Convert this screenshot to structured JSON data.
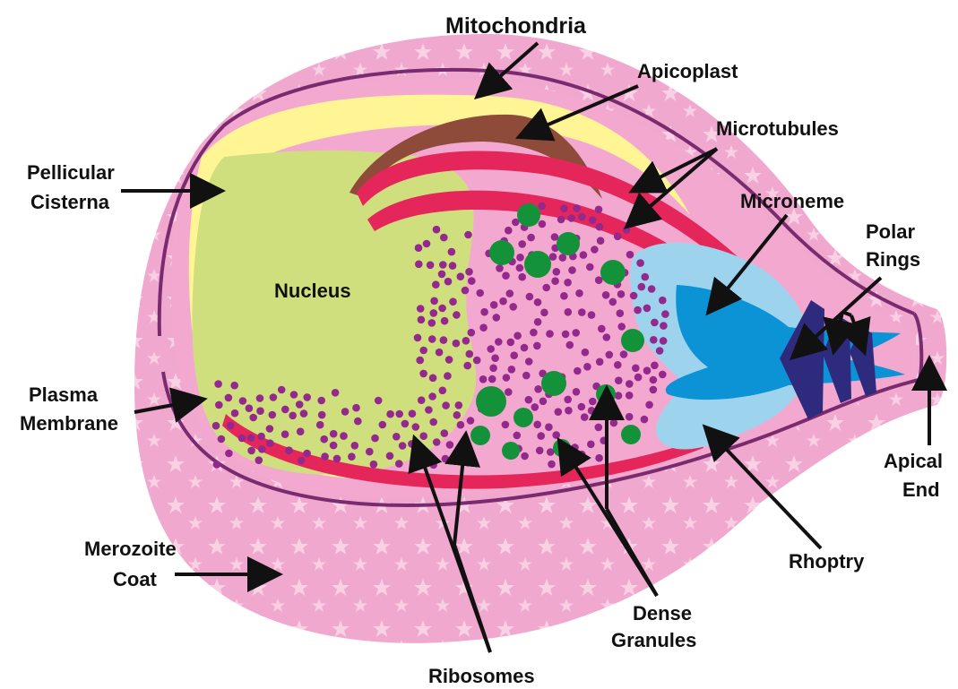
{
  "labels": {
    "mitochondria": "Mitochondria",
    "apicoplast": "Apicoplast",
    "microtubules": "Microtubules",
    "pellicular_line1": "Pellicular",
    "pellicular_line2": "Cisterna",
    "microneme": "Microneme",
    "polar_line1": "Polar",
    "polar_line2": "Rings",
    "nucleus": "Nucleus",
    "plasma_line1": "Plasma",
    "plasma_line2": "Membrane",
    "apical_line1": "Apical",
    "apical_line2": "End",
    "merozoite_line1": "Merozoite",
    "merozoite_line2": "Coat",
    "rhoptry": "Rhoptry",
    "dense_line1": "Dense",
    "dense_line2": "Granules",
    "ribosomes": "Ribosomes"
  },
  "colors": {
    "coat": "#f0a8cf",
    "coat_star": "#f7cde2",
    "cell_body": "#f3a9cf",
    "membrane": "#7a2a6e",
    "mitochondria": "#fff594",
    "apicoplast": "#8e4b3a",
    "microtubule": "#e5265a",
    "nucleus": "#d0df7e",
    "ribosome": "#93288d",
    "dense_granule": "#13923a",
    "microneme": "#0b93d5",
    "rhoptry": "#9ed3ee",
    "polar_ring": "#2e2a7e",
    "arrow": "#111111"
  }
}
